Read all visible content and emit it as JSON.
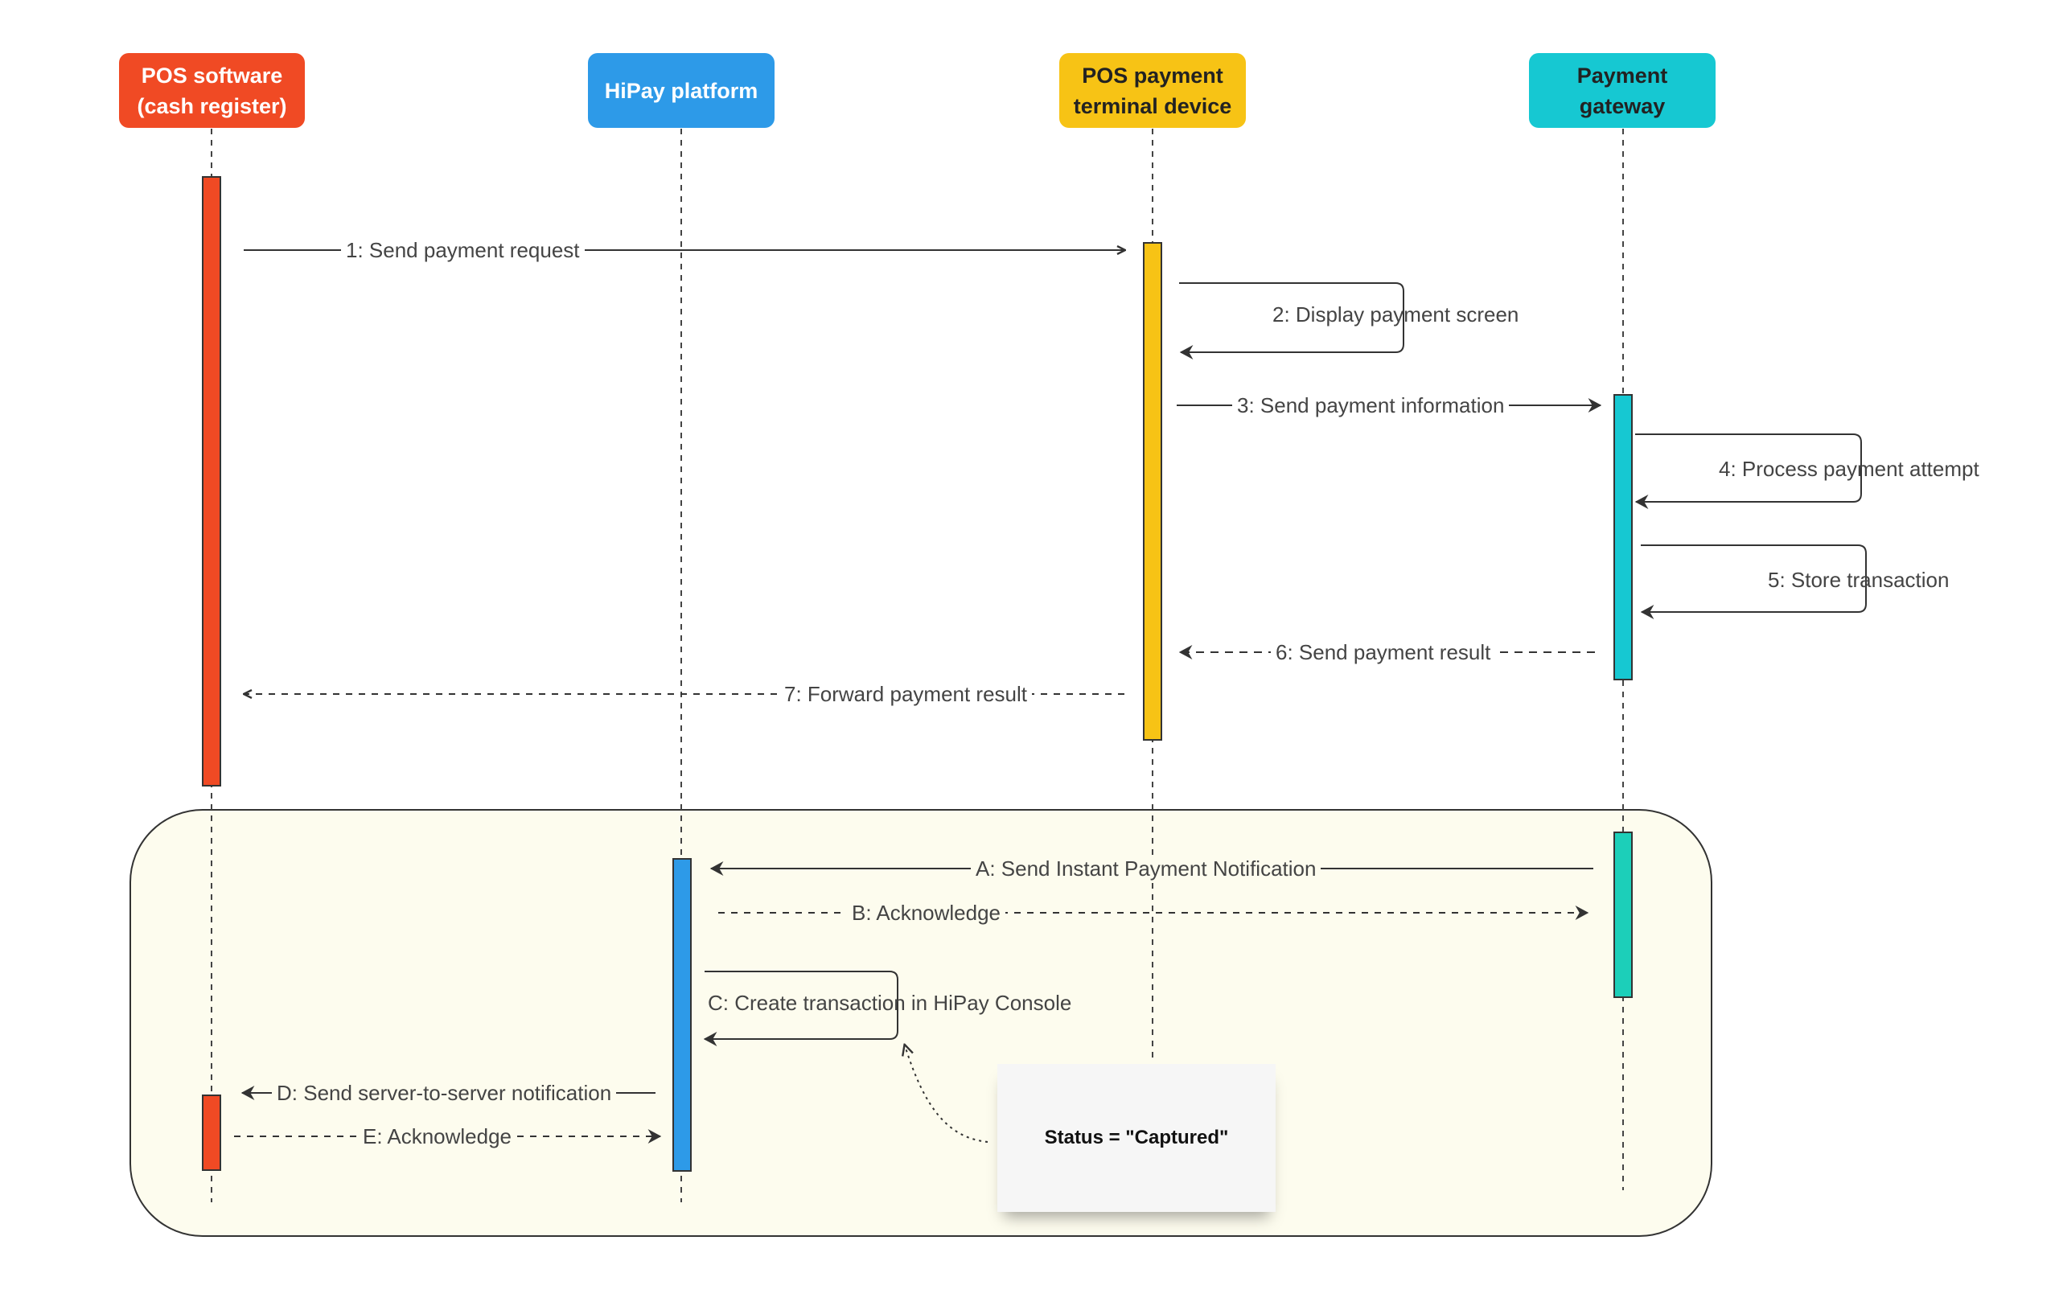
{
  "participants": [
    {
      "id": "pos",
      "label": "POS software\n(cash register)",
      "bg": "#f04a24",
      "fg": "#ffffff"
    },
    {
      "id": "hipay",
      "label": "HiPay platform",
      "bg": "#2d9ae8",
      "fg": "#ffffff"
    },
    {
      "id": "terminal",
      "label": "POS payment\nterminal device",
      "bg": "#f7c315",
      "fg": "#222222"
    },
    {
      "id": "gateway",
      "label": "Payment\ngateway",
      "bg": "#16c8d2",
      "fg": "#222222"
    }
  ],
  "messages": [
    {
      "id": "m1",
      "label": "1: Send payment request",
      "style": "solid"
    },
    {
      "id": "m2",
      "label": "2: Display payment screen",
      "style": "self"
    },
    {
      "id": "m3",
      "label": "3: Send payment information",
      "style": "solid"
    },
    {
      "id": "m4",
      "label": "4: Process payment attempt",
      "style": "self"
    },
    {
      "id": "m5",
      "label": "5: Store transaction",
      "style": "self"
    },
    {
      "id": "m6",
      "label": "6: Send payment result",
      "style": "dashed"
    },
    {
      "id": "m7",
      "label": "7: Forward payment result",
      "style": "dashed"
    },
    {
      "id": "mA",
      "label": "A: Send Instant Payment Notification",
      "style": "solid"
    },
    {
      "id": "mB",
      "label": "B: Acknowledge",
      "style": "dashed"
    },
    {
      "id": "mC",
      "label": "C: Create transaction in HiPay Console",
      "style": "self"
    },
    {
      "id": "mD",
      "label": "D: Send server-to-server notification",
      "style": "solid"
    },
    {
      "id": "mE",
      "label": "E: Acknowledge",
      "style": "dashed"
    }
  ],
  "note": {
    "text": "Status = \"Captured\""
  },
  "colors": {
    "pos": "#f04a24",
    "hipay": "#2d9ae8",
    "terminal": "#f7c315",
    "gateway": "#16c8d2",
    "gateway_async": "#1ccfb9",
    "group_fill": "#fdfcee",
    "line": "#444444"
  }
}
